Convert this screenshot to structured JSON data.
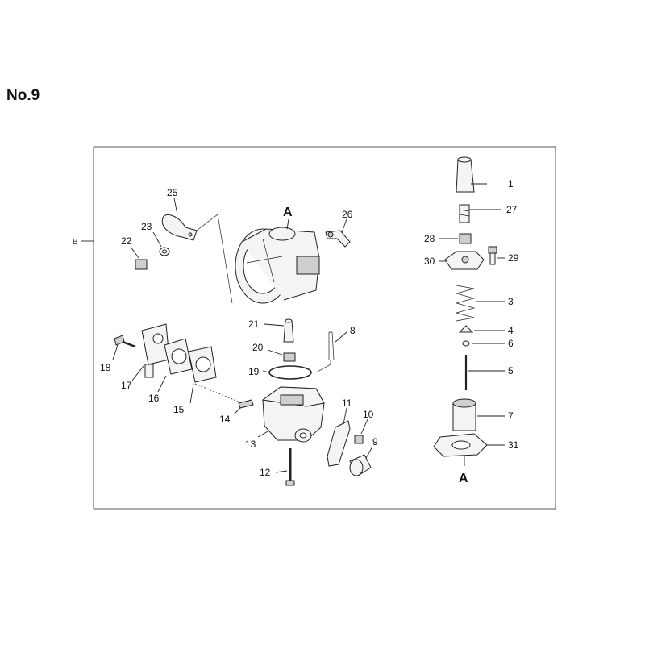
{
  "page": {
    "title": "No.9"
  },
  "frame": {
    "side_label": "B"
  },
  "markers": {
    "top": "A",
    "bottom": "A"
  },
  "callouts": {
    "c1": "1",
    "c27": "27",
    "c28": "28",
    "c29": "29",
    "c30": "30",
    "c3": "3",
    "c4": "4",
    "c6": "6",
    "c5": "5",
    "c7": "7",
    "c31": "31",
    "c25": "25",
    "c23": "23",
    "c22": "22",
    "c26": "26",
    "c21": "21",
    "c8": "8",
    "c20": "20",
    "c19": "19",
    "c18": "18",
    "c17": "17",
    "c16": "16",
    "c15": "15",
    "c14": "14",
    "c13": "13",
    "c12": "12",
    "c11": "11",
    "c10": "10",
    "c9": "9"
  }
}
